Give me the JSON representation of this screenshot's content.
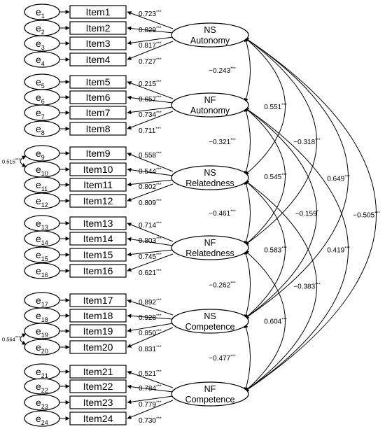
{
  "measurement": [
    {
      "error": "e",
      "error_sub": "1",
      "item": "Item1",
      "loading": "0.723",
      "stars": "***"
    },
    {
      "error": "e",
      "error_sub": "2",
      "item": "Item2",
      "loading": "0.829",
      "stars": "***"
    },
    {
      "error": "e",
      "error_sub": "3",
      "item": "Item3",
      "loading": "0.817",
      "stars": "***"
    },
    {
      "error": "e",
      "error_sub": "4",
      "item": "Item4",
      "loading": "0.727",
      "stars": "***"
    },
    {
      "error": "e",
      "error_sub": "5",
      "item": "Item5",
      "loading": "0.215",
      "stars": "***"
    },
    {
      "error": "e",
      "error_sub": "6",
      "item": "Item6",
      "loading": "0.657",
      "stars": "***"
    },
    {
      "error": "e",
      "error_sub": "7",
      "item": "Item7",
      "loading": "0.734",
      "stars": "***"
    },
    {
      "error": "e",
      "error_sub": "8",
      "item": "Item8",
      "loading": "0.711",
      "stars": "***"
    },
    {
      "error": "e",
      "error_sub": "9",
      "item": "Item9",
      "loading": "0.558",
      "stars": "***"
    },
    {
      "error": "e",
      "error_sub": "10",
      "item": "Item10",
      "loading": "0.544",
      "stars": "***"
    },
    {
      "error": "e",
      "error_sub": "11",
      "item": "Item11",
      "loading": "0.802",
      "stars": "***"
    },
    {
      "error": "e",
      "error_sub": "12",
      "item": "Item12",
      "loading": "0.809",
      "stars": "***"
    },
    {
      "error": "e",
      "error_sub": "13",
      "item": "Item13",
      "loading": "0.714",
      "stars": "***"
    },
    {
      "error": "e",
      "error_sub": "14",
      "item": "Item14",
      "loading": "0.803",
      "stars": "***"
    },
    {
      "error": "e",
      "error_sub": "15",
      "item": "Item15",
      "loading": "0.745",
      "stars": "***"
    },
    {
      "error": "e",
      "error_sub": "16",
      "item": "Item16",
      "loading": "0.621",
      "stars": "***"
    },
    {
      "error": "e",
      "error_sub": "17",
      "item": "Item17",
      "loading": "0.892",
      "stars": "***"
    },
    {
      "error": "e",
      "error_sub": "18",
      "item": "Item18",
      "loading": "0.928",
      "stars": "***"
    },
    {
      "error": "e",
      "error_sub": "19",
      "item": "Item19",
      "loading": "0.850",
      "stars": "***"
    },
    {
      "error": "e",
      "error_sub": "20",
      "item": "Item20",
      "loading": "0.831",
      "stars": "***"
    },
    {
      "error": "e",
      "error_sub": "21",
      "item": "Item21",
      "loading": "0.521",
      "stars": "***"
    },
    {
      "error": "e",
      "error_sub": "22",
      "item": "Item22",
      "loading": "0.784",
      "stars": "***"
    },
    {
      "error": "e",
      "error_sub": "23",
      "item": "Item23",
      "loading": "0.779",
      "stars": "***"
    },
    {
      "error": "e",
      "error_sub": "24",
      "item": "Item24",
      "loading": "0.730",
      "stars": "***"
    }
  ],
  "latents": [
    {
      "line1": "NS",
      "line2": "Autonomy"
    },
    {
      "line1": "NF",
      "line2": "Autonomy"
    },
    {
      "line1": "NS",
      "line2": "Relatedness"
    },
    {
      "line1": "NF",
      "line2": "Relatedness"
    },
    {
      "line1": "NS",
      "line2": "Competence"
    },
    {
      "line1": "NF",
      "line2": "Competence"
    }
  ],
  "correlations": [
    {
      "from": 0,
      "to": 1,
      "value": "−0.243",
      "stars": "***"
    },
    {
      "from": 1,
      "to": 2,
      "value": "−0.321",
      "stars": "***"
    },
    {
      "from": 2,
      "to": 3,
      "value": "−0.461",
      "stars": "***"
    },
    {
      "from": 3,
      "to": 4,
      "value": "−0.262",
      "stars": "***"
    },
    {
      "from": 4,
      "to": 5,
      "value": "−0.477",
      "stars": "***"
    },
    {
      "from": 0,
      "to": 2,
      "value": "0.551",
      "stars": "***"
    },
    {
      "from": 1,
      "to": 3,
      "value": "0.545",
      "stars": "***"
    },
    {
      "from": 2,
      "to": 4,
      "value": "0.583",
      "stars": "***"
    },
    {
      "from": 3,
      "to": 5,
      "value": "0.604",
      "stars": "***"
    },
    {
      "from": 0,
      "to": 3,
      "value": "−0.318",
      "stars": "***"
    },
    {
      "from": 1,
      "to": 4,
      "value": "−0.159",
      "stars": "*"
    },
    {
      "from": 2,
      "to": 5,
      "value": "−0.383",
      "stars": "***"
    },
    {
      "from": 0,
      "to": 4,
      "value": "0.649",
      "stars": "***"
    },
    {
      "from": 1,
      "to": 5,
      "value": "0.419",
      "stars": "***"
    },
    {
      "from": 0,
      "to": 5,
      "value": "−0.505",
      "stars": "***"
    }
  ],
  "error_covariances": [
    {
      "from": 8,
      "to": 9,
      "value": "0.515",
      "stars": "***"
    },
    {
      "from": 18,
      "to": 19,
      "value": "0.564",
      "stars": "***"
    }
  ]
}
